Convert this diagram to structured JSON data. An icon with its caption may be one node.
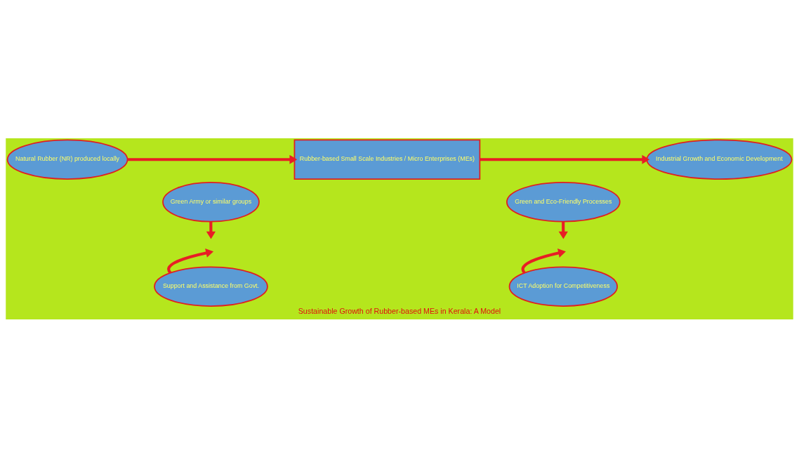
{
  "diagram": {
    "caption": "Sustainable Growth of Rubber-based MEs in Kerala: A Model",
    "nodes": [
      {
        "text": [
          "Natural Rubber (NR) produced locally"
        ]
      },
      {
        "text": [
          "Green Army or similar groups"
        ]
      },
      {
        "text": [
          "Support and Assistance from Govt."
        ]
      },
      {
        "text": [
          "Rubber-based Small Scale Industries / Micro Enterprises (MEs)"
        ]
      },
      {
        "text": [
          "Green and Eco-Friendly Processes"
        ]
      },
      {
        "text": [
          "ICT Adoption for Competitiveness"
        ]
      },
      {
        "text": [
          "Industrial Growth and Economic Development"
        ]
      }
    ],
    "edges": [
      {
        "from": 0,
        "to": 3,
        "arrow": "to"
      },
      {
        "from": 1,
        "to": null,
        "arrow": "to"
      },
      {
        "from": 2,
        "to": null,
        "arrow": "to"
      },
      {
        "from": 3,
        "to": 6,
        "arrow": "to"
      },
      {
        "from": 4,
        "to": null,
        "arrow": "to"
      },
      {
        "from": 5,
        "to": null,
        "arrow": "to"
      }
    ]
  }
}
